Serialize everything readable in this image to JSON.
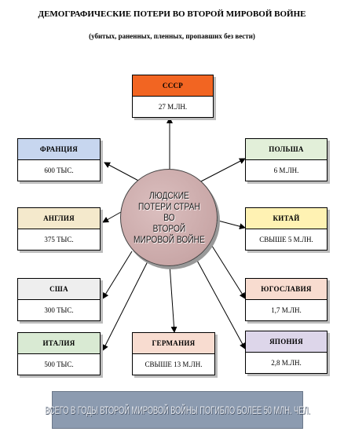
{
  "title": "ДЕМОГРАФИЧЕСКИЕ ПОТЕРИ ВО ВТОРОЙ МИРОВОЙ ВОЙНЕ",
  "subtitle": "(убитых, раненных, пленных, пропавших без вести)",
  "center": "ЛЮДСКИЕ\nПОТЕРИ СТРАН\nВО\nВТОРОЙ\nМИРОВОЙ ВОЙНЕ",
  "footer": "ВСЕГО В ГОДЫ ВТОРОЙ МИРОВОЙ ВОЙНЫ ПОГИБЛО БОЛЕЕ 50 МЛН. ЧЕЛ.",
  "countries": {
    "ussr": {
      "name": "СССР",
      "value": "27 М.ЛН.",
      "color": "#f26522"
    },
    "france": {
      "name": "ФРАНЦИЯ",
      "value": "600 ТЫС.",
      "color": "#c7d6ef"
    },
    "england": {
      "name": "АНГЛИЯ",
      "value": "375 ТЫС.",
      "color": "#f4e9cc"
    },
    "usa": {
      "name": "США",
      "value": "300 ТЫС.",
      "color": "#eeeeee"
    },
    "italy": {
      "name": "ИТАЛИЯ",
      "value": "500 ТЫС.",
      "color": "#d9ead3"
    },
    "germany": {
      "name": "ГЕРМАНИЯ",
      "value": "СВЫШЕ 13 М.ЛН.",
      "color": "#f8dcd0"
    },
    "poland": {
      "name": "ПОЛЬША",
      "value": "6 М.ЛН.",
      "color": "#e2efd9"
    },
    "china": {
      "name": "КИТАЙ",
      "value": "СВЫШЕ 5 М.ЛН.",
      "color": "#fff2b3"
    },
    "yugoslavia": {
      "name": "ЮГОСЛАВИЯ",
      "value": "1,7 М.ЛН.",
      "color": "#f8dcd0"
    },
    "japan": {
      "name": "ЯПОНИЯ",
      "value": "2,8 М.ЛН.",
      "color": "#ddd6ea"
    }
  }
}
